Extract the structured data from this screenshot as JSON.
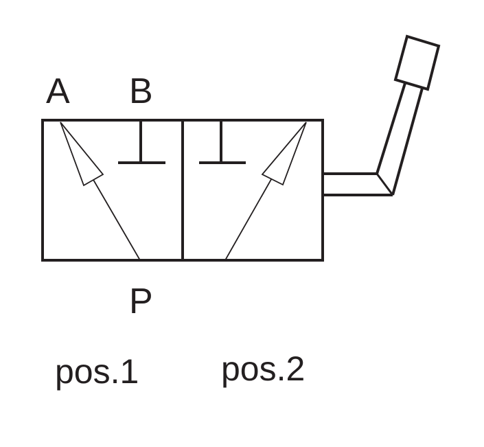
{
  "diagram": {
    "type": "hydraulic-valve-symbol",
    "ports": {
      "a": "A",
      "b": "B",
      "p": "P"
    },
    "positions": {
      "pos1": "pos.1",
      "pos2": "pos.2"
    },
    "colors": {
      "stroke": "#231f20",
      "background": "#ffffff"
    }
  }
}
